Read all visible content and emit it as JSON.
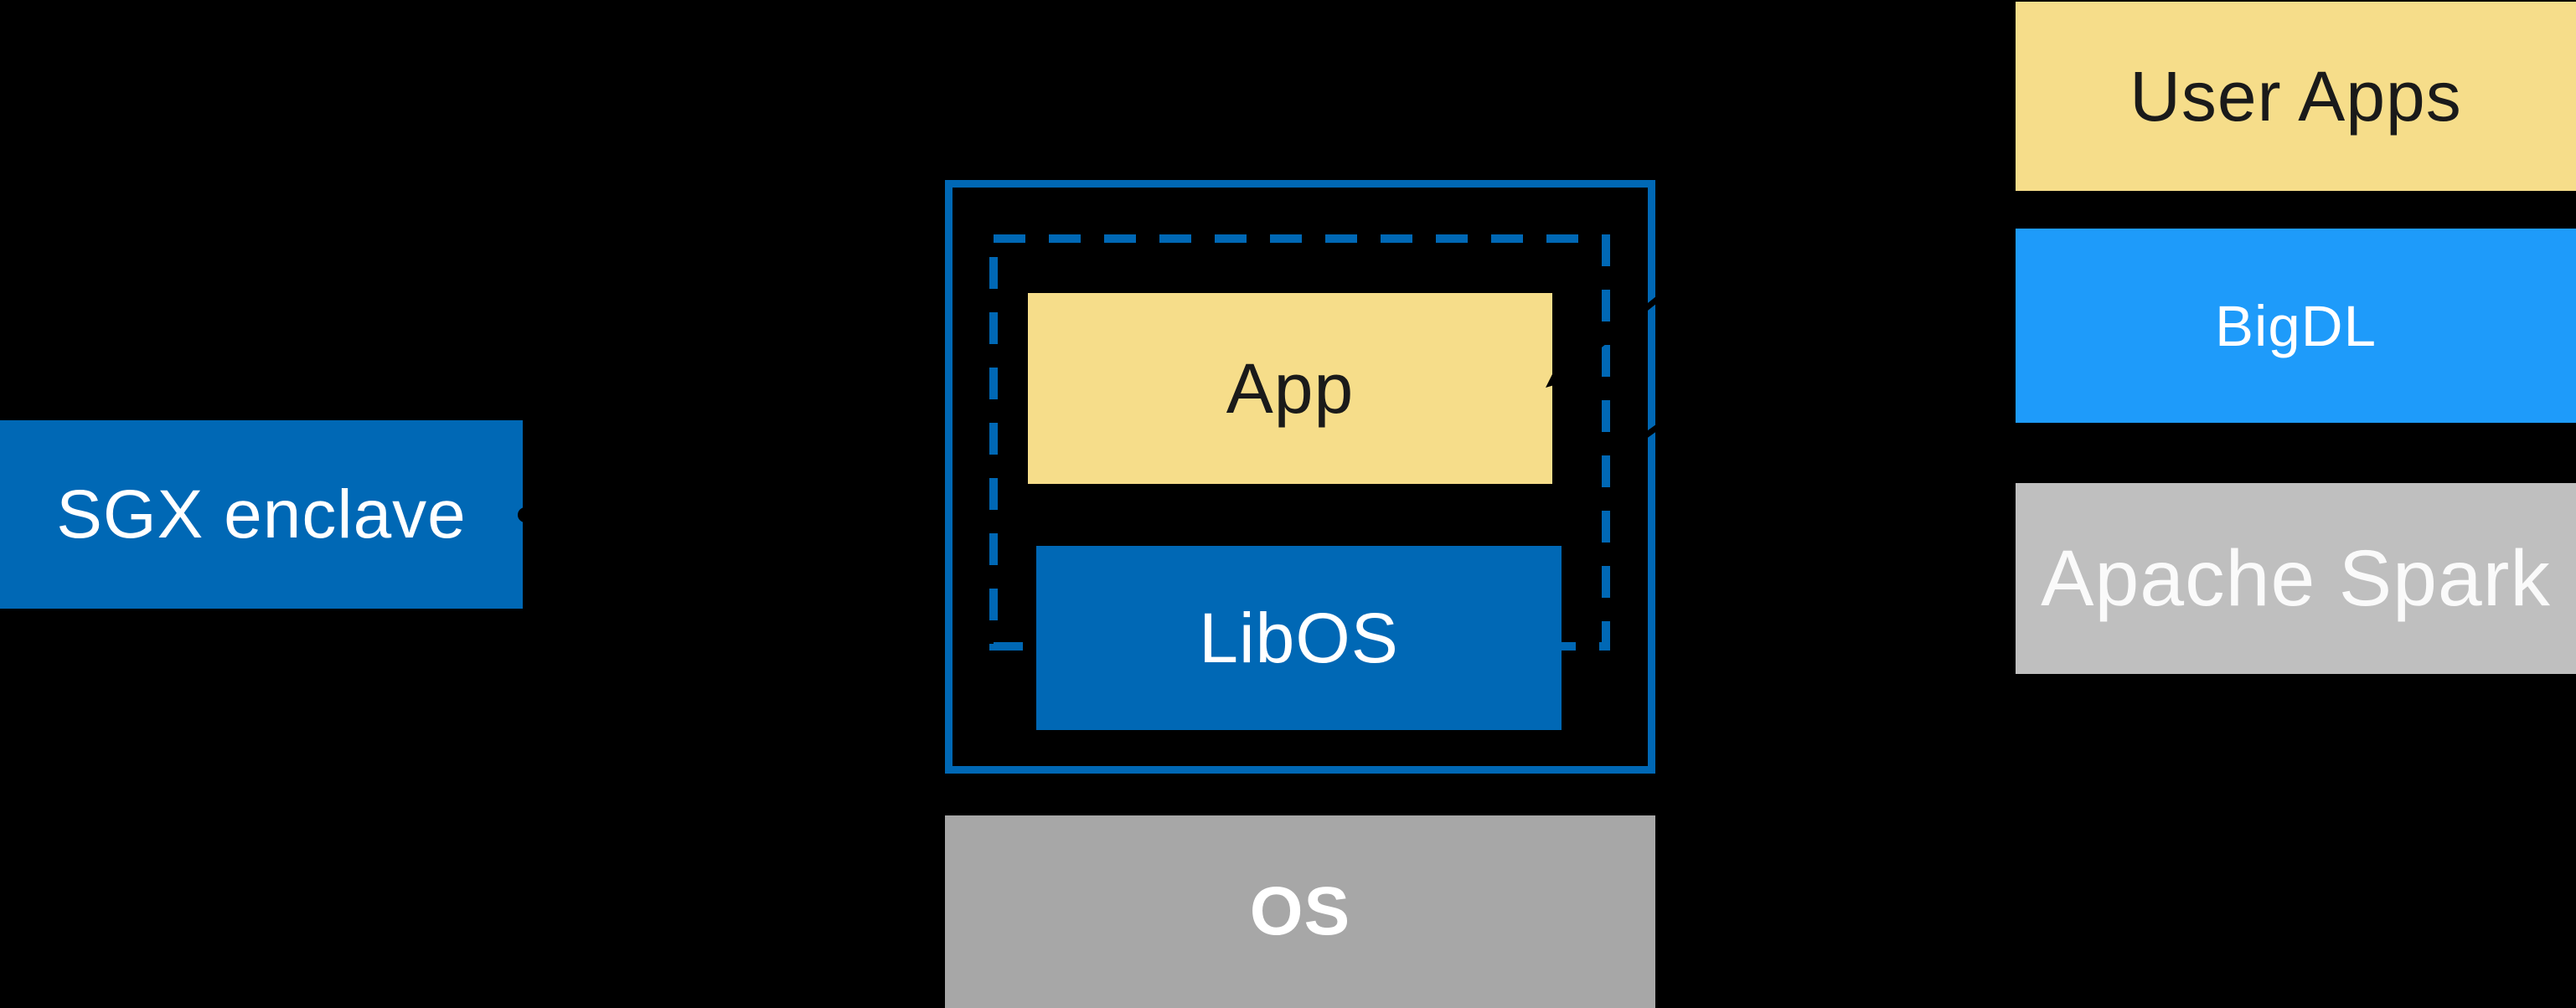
{
  "canvas": {
    "background": "#000000"
  },
  "colors": {
    "background": "#000000",
    "intel_blue": "#0068B5",
    "light_blue": "#1E9BFA",
    "yellow": "#F6DD8A",
    "gray_os": "#A7A7A7",
    "gray_spark": "#BFBFBF",
    "connector_black": "#000000",
    "white_text": "#FFFFFF",
    "dark_text": "#1A1A1A"
  },
  "left_callout": {
    "sgx_label": "SGX enclave"
  },
  "enclave": {
    "app_label": "App",
    "libos_label": "LibOS",
    "os_label": "OS"
  },
  "right_stack": {
    "items": [
      {
        "label": "User Apps",
        "bg": "#F6DD8A"
      },
      {
        "label": "BigDL",
        "bg": "#1E9BFA"
      },
      {
        "label": "Apache Spark",
        "bg": "#BFBFBF"
      }
    ]
  },
  "icons": {
    "connector_dot": "black endpoint dot on SGX enclave box edge",
    "callout_arrow": "black callout arrow pointing at App box",
    "callout_line": "black callout line crossing enclave right border"
  }
}
